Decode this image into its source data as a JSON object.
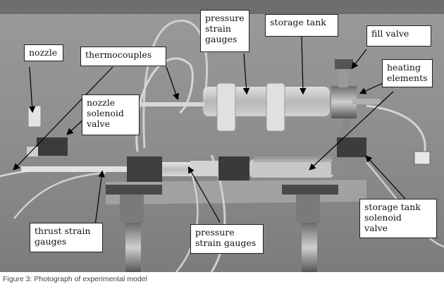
{
  "labels": {
    "nozzle": "nozzle",
    "thermocouples": "thermocouples",
    "pressure_top": "pressure\nstrain\ngauges",
    "storage_tank": "storage tank",
    "fill_valve": "fill valve",
    "heating_elements": "heating\nelements",
    "nozzle_solenoid": "nozzle\nsolenoid\nvalve",
    "thrust_strain": "thrust strain\ngauges",
    "pressure_bottom": "pressure\nstrain gauges",
    "storage_solenoid": "storage tank\nsolenoid\nvalve"
  },
  "caption": "Figure 3: Photograph of experimental model",
  "colors": {
    "background": "#8a8a8a",
    "label_border": "#222222",
    "arrow": "#000000"
  }
}
